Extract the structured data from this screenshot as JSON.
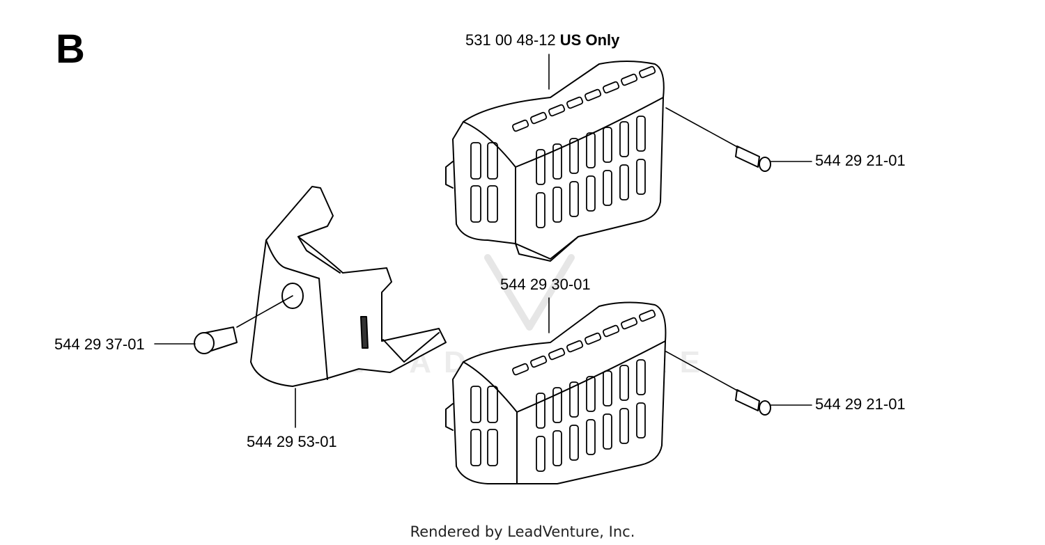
{
  "diagram": {
    "section_letter": "B",
    "watermark": "LEADVENTURE",
    "footer": "Rendered by LeadVenture, Inc.",
    "parts": [
      {
        "id": "cover-us",
        "number": "531 00 48-12",
        "note": "US Only"
      },
      {
        "id": "screw-top",
        "number": "544 29 21-01"
      },
      {
        "id": "cover-std",
        "number": "544 29 30-01"
      },
      {
        "id": "screw-bottom",
        "number": "544 29 21-01"
      },
      {
        "id": "screw-left",
        "number": "544 29 37-01"
      },
      {
        "id": "housing",
        "number": "544 29 53-01"
      }
    ]
  }
}
